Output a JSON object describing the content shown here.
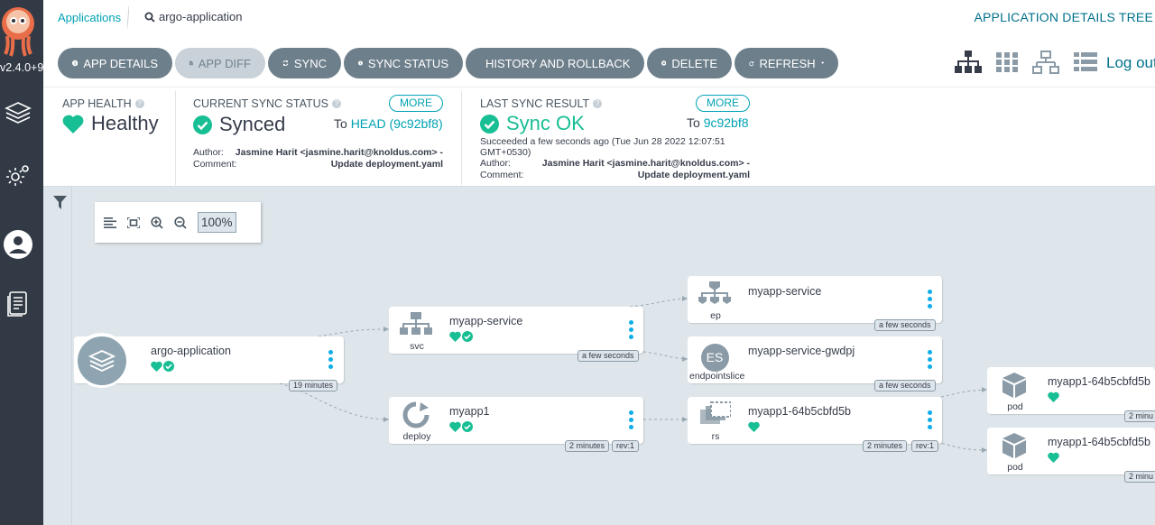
{
  "sidebar": {
    "version": "v2.4.0+9",
    "nav": [
      "applications-icon",
      "settings-icon",
      "user-icon",
      "docs-icon"
    ]
  },
  "breadcrumb": {
    "link": "Applications",
    "current": "argo-application"
  },
  "view_title": "APPLICATION DETAILS TREE",
  "toolbar": {
    "app_details": "APP DETAILS",
    "app_diff": "APP DIFF",
    "sync": "SYNC",
    "sync_status": "SYNC STATUS",
    "history": "HISTORY AND ROLLBACK",
    "delete": "DELETE",
    "refresh": "REFRESH"
  },
  "logout": "Log out",
  "status": {
    "health": {
      "header": "APP HEALTH",
      "value": "Healthy"
    },
    "sync": {
      "header": "CURRENT SYNC STATUS",
      "value": "Synced",
      "more": "MORE",
      "to_label": "To",
      "to_value": "HEAD (9c92bf8)",
      "author_label": "Author:",
      "author": "Jasmine Harit <jasmine.harit@knoldus.com> -",
      "comment_label": "Comment:",
      "comment": "Update deployment.yaml"
    },
    "last": {
      "header": "LAST SYNC RESULT",
      "value": "Sync OK",
      "more": "MORE",
      "to_label": "To",
      "to_value": "9c92bf8",
      "succeeded": "Succeeded a few seconds ago (Tue Jun 28 2022 12:07:51",
      "succeeded2": "GMT+0530)",
      "author_label": "Author:",
      "author": "Jasmine Harit <jasmine.harit@knoldus.com> -",
      "comment_label": "Comment:",
      "comment": "Update deployment.yaml"
    }
  },
  "zoom": {
    "value": "100%"
  },
  "colors": {
    "healthy": "#18be94",
    "accent": "#00a2b3",
    "button": "#6d7f8b",
    "sidebar": "#313a45"
  },
  "nodes": {
    "app": {
      "name": "argo-application",
      "age": "19 minutes"
    },
    "svc": {
      "name": "myapp-service",
      "kind": "svc",
      "age": "a few seconds"
    },
    "deploy": {
      "name": "myapp1",
      "kind": "deploy",
      "age": "2 minutes",
      "rev": "rev:1"
    },
    "ep": {
      "name": "myapp-service",
      "kind": "ep",
      "age": "a few seconds"
    },
    "es": {
      "name": "myapp-service-gwdpj",
      "kind": "endpointslice",
      "icon_text": "ES",
      "age": "a few seconds"
    },
    "rs": {
      "name": "myapp1-64b5cbfd5b",
      "kind": "rs",
      "age": "2 minutes",
      "rev": "rev:1"
    },
    "pod1": {
      "name": "myapp1-64b5cbfd5b",
      "kind": "pod",
      "age": "2 minu"
    },
    "pod2": {
      "name": "myapp1-64b5cbfd5b",
      "kind": "pod",
      "age": "2 minu"
    }
  }
}
